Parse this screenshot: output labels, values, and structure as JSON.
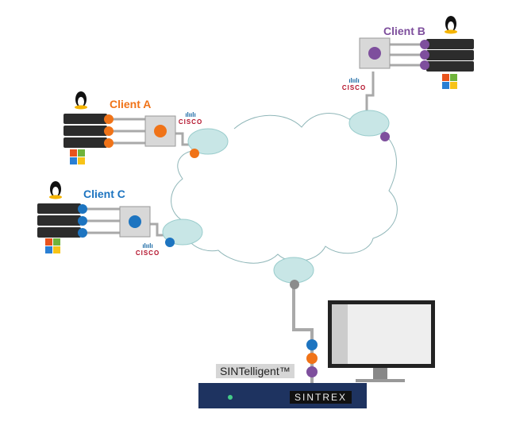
{
  "diagram": {
    "clients": [
      {
        "name": "Client A",
        "color": "#f07318"
      },
      {
        "name": "Client B",
        "color": "#7e4f9d"
      },
      {
        "name": "Client C",
        "color": "#1d74c0"
      }
    ],
    "vendor_label": "CISCO",
    "vendor_bars": "ılıılı",
    "appliance": {
      "label": "SINTelligent™",
      "brand": "SINTREX"
    },
    "colors": {
      "cloud": "#8fb6b8",
      "cable": "#a9a9a9",
      "router": "#c8e6e6",
      "uplink": "#8c8c8c"
    }
  }
}
